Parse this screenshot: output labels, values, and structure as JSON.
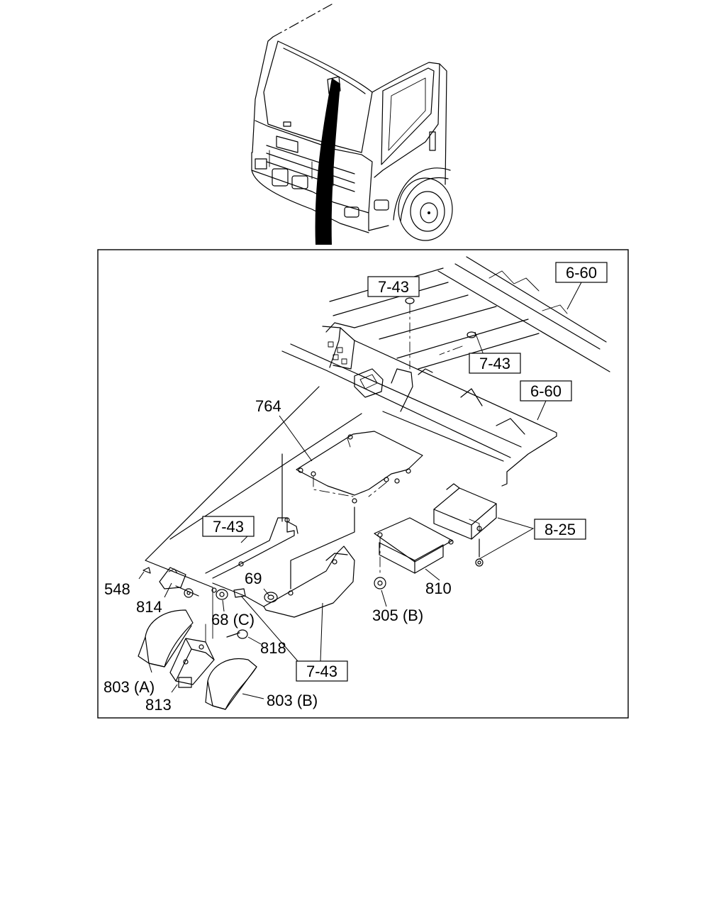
{
  "ref_boxes": [
    "7-43",
    "6-60",
    "7-43",
    "6-60",
    "7-43",
    "8-25",
    "7-43"
  ],
  "part_labels": [
    "764",
    "548",
    "814",
    "69",
    "68 (C)",
    "305 (B)",
    "810",
    "818",
    "803 (A)",
    "813",
    "803 (B)"
  ]
}
